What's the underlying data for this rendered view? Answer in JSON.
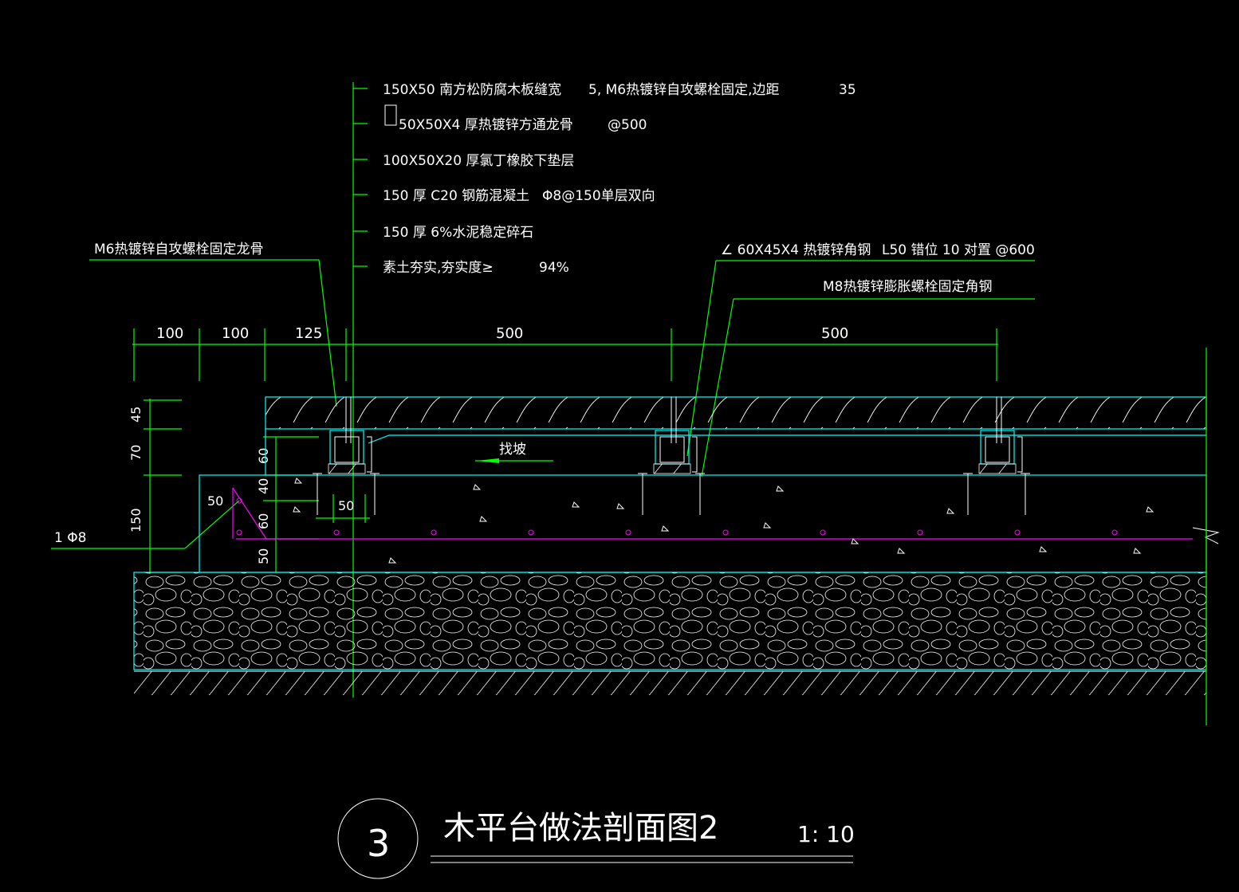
{
  "notes": [
    {
      "text": "150X50  南方松防腐木板缝宽",
      "extra": "5,  M6热镀锌自攻螺栓固定,边距",
      "value": "35"
    },
    {
      "text": "50X50X4  厚热镀锌方通龙骨",
      "extra": "@500",
      "value": ""
    },
    {
      "text": "100X50X20  厚氯丁橡胶下垫层",
      "extra": "",
      "value": ""
    },
    {
      "text": "150 厚 C20 钢筋混凝土",
      "extra": "Φ8@150单层双向",
      "value": ""
    },
    {
      "text": "150 厚 6%水泥稳定碎石",
      "extra": "",
      "value": ""
    },
    {
      "text": "素土夯实,夯实度≥",
      "extra": "94%",
      "value": ""
    }
  ],
  "callouts": {
    "m6_screw": "M6热镀锌自攻螺栓固定龙骨",
    "angle_steel": "∠ 60X45X4 热镀锌角钢",
    "anchor": "L50 错位  10 对置  @600",
    "m8_bolt": "M8热镀锌膨胀螺栓固定角钢",
    "slope": "找坡",
    "rebar": "1 Φ8"
  },
  "dims_top": [
    "100",
    "100",
    "125",
    "500",
    "500"
  ],
  "dims_left": [
    "45",
    "70",
    "150"
  ],
  "dims_inner": [
    "60",
    "40",
    "60",
    "50"
  ],
  "dims_misc": [
    "50",
    "50"
  ],
  "title": {
    "number": "3",
    "text": "木平台做法剖面图2",
    "scale": "1: 10"
  }
}
